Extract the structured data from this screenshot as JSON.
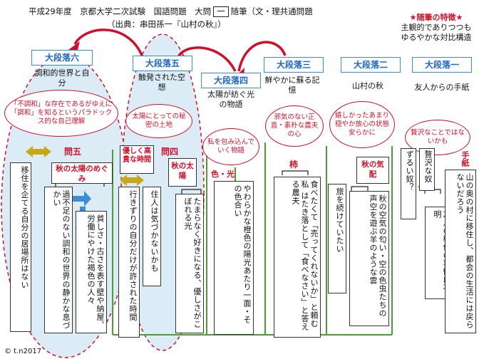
{
  "header": {
    "prefix": "平成29年度　京都大学二次試験　国語問題　大問",
    "number": "一",
    "suffix": "随筆（文・理共通問題",
    "source": "（出典：串田孫一『山村の秋』）"
  },
  "feature": {
    "title": "★随筆の特徴★",
    "line1": "主観的でありつつも",
    "line2": "ゆるやかな対比構造"
  },
  "sections": [
    {
      "label": "大段落六",
      "title": "調和的世界と自分"
    },
    {
      "label": "大段落五",
      "title": "触発された空想"
    },
    {
      "label": "大段落四",
      "title": "太陽が紡ぐ光の物語"
    },
    {
      "label": "大段落三",
      "title": "鮮やかに蘇る記憶"
    },
    {
      "label": "大段落二",
      "title": "山村の秋"
    },
    {
      "label": "大段落一",
      "title": "友人からの手紙"
    }
  ],
  "clouds": {
    "c6": "「不調和」な存在であるがゆえに「調和」を知るというパラドックス的な自己理解",
    "c5": "太陽にとっての秘密の土地",
    "c4": "私を包み込んでいく物語",
    "c3": "邪気のない正直・素朴な農夫の心",
    "c2": "嬉しかったあまり穏やか放心の状態安らかに",
    "c1": "贅沢なことではないかも"
  },
  "questions": {
    "q5": "問五",
    "q4": "問四"
  },
  "s6": {
    "left": "移住を企てる自分の居場所はない",
    "label": "秋の太陽のめぐみ",
    "col1": "貧しさ・古さを表す壁や納屋、労働にやけた褐色の人々",
    "col2": "過不足のない調和の世界の静かな息づかい"
  },
  "s5": {
    "label": "優しく高貴な時間",
    "col1": "行きずりの自分だけが許された時間",
    "col2": "住人は気づかないかも"
  },
  "s4": {
    "label": "秋の太陽",
    "col1": "たまらなく好きになる、優しさがこぼれる光",
    "label2": "色・光",
    "col2": "やわらかな橙色の陽光あたり一面・その色合い"
  },
  "s3": {
    "label": "柿",
    "col1": "食べたくて「売ってくれないか」と頼む私",
    "col2": "はたき落として「食べなさい」と答える農夫"
  },
  "s2": {
    "label": "秋の気配",
    "col1": "旅を続けていたい",
    "col2": "秋の空気の匂い・空の色虫たちの声空を遊ぶ羊のような雲"
  },
  "s1": {
    "label": "手紙",
    "col1": "ずるい奴？",
    "col2": "贅沢な奴",
    "col3": "友人の移住の事情は不明",
    "col4": "山の奥の村に移住し、都会の生活には戻らないだろう"
  },
  "copyright": "© t.n2017",
  "colors": {
    "accent": "#d0102a",
    "section": "#1d67c4",
    "connector": "#4aa02c",
    "arrow": "#3b8dd6",
    "oval": "#dcecf7"
  }
}
